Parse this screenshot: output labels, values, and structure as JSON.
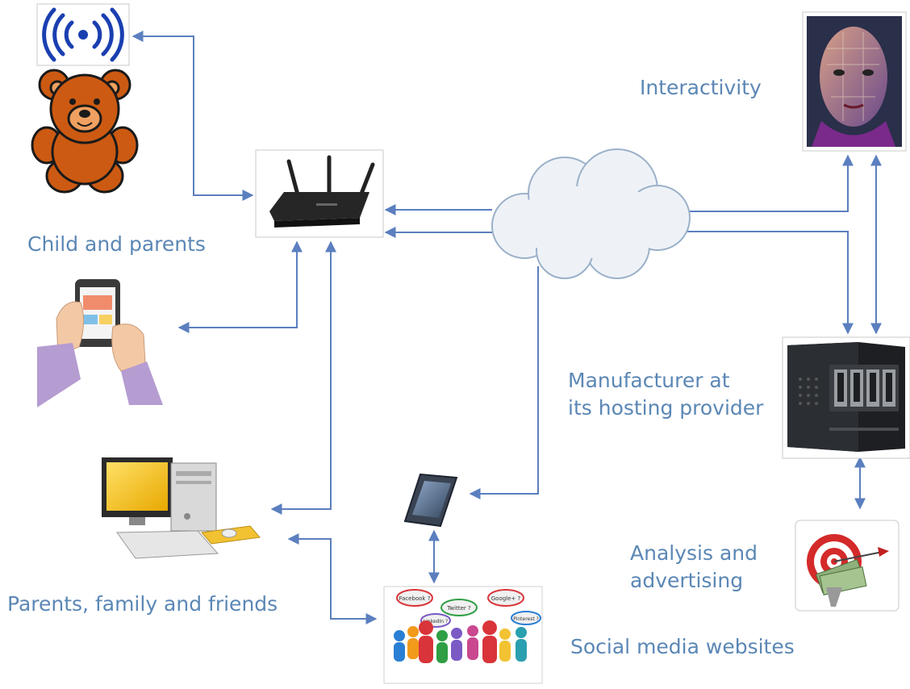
{
  "diagram": {
    "nodes": [
      {
        "id": "wifi",
        "icon": "wifi-signal-icon"
      },
      {
        "id": "toy",
        "icon": "teddy-bear-icon"
      },
      {
        "id": "router",
        "icon": "wireless-router-icon"
      },
      {
        "id": "cloud",
        "icon": "cloud-icon"
      },
      {
        "id": "ai",
        "icon": "robot-face-icon"
      },
      {
        "id": "tablet",
        "icon": "tablet-in-hands-icon"
      },
      {
        "id": "desktop",
        "icon": "desktop-computer-icon"
      },
      {
        "id": "phone",
        "icon": "smartphone-icon"
      },
      {
        "id": "social",
        "icon": "people-speech-bubbles-icon"
      },
      {
        "id": "server",
        "icon": "server-icon"
      },
      {
        "id": "target",
        "icon": "target-with-money-icon"
      }
    ],
    "labels": {
      "interactivity": "Interactivity",
      "child_parents": "Child and parents",
      "manufacturer": "Manufacturer at\nits hosting provider",
      "analysis": "Analysis and\nadvertising",
      "parents_family": "Parents, family and friends",
      "social": "Social media websites"
    },
    "bubble_words": [
      "Facebook ?",
      "Twitter ?",
      "Google+ ?",
      "LinkedIn ?",
      "Pinterest ?"
    ],
    "colors": {
      "connector": "#5b7fbf",
      "label_text": "#5b87b5",
      "teddy_fill": "#cc5a12",
      "cloud_fill": "#eef2f7",
      "cloud_stroke": "#9bb0c9"
    }
  }
}
